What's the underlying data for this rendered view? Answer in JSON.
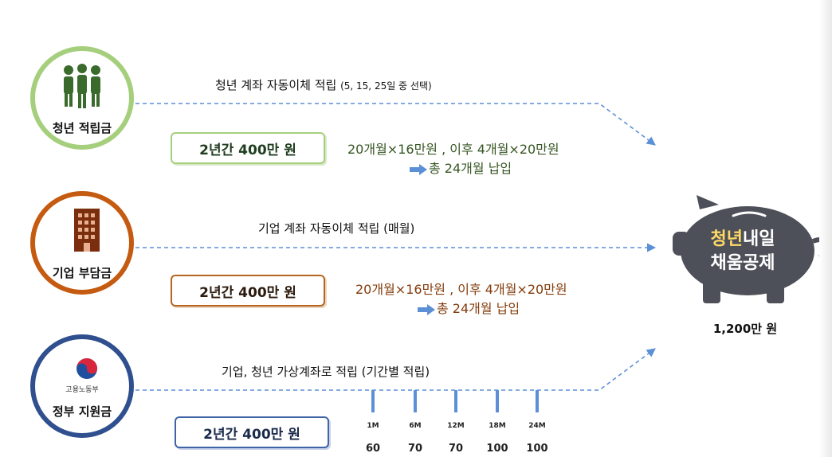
{
  "nodes": {
    "youth": {
      "label": "청년 적립금",
      "icon": "people-icon"
    },
    "company": {
      "label": "기업 부담금",
      "icon": "building-icon"
    },
    "government": {
      "label": "정부 지원금",
      "logo_text": "고용노동부",
      "icon": "government-logo"
    }
  },
  "connectors": {
    "youth": "청년 계좌 자동이체 적립",
    "youth_small": "(5, 15, 25일 중 선택)",
    "company": "기업 계좌 자동이체 적립 (매월)",
    "government": "기업, 청년 가상계좌로 적립 (기간별 적립)"
  },
  "amount_pills": {
    "youth": "2년간 400만 원",
    "company": "2년간 400만 원",
    "government": "2년간 400만 원"
  },
  "payment_plans": {
    "youth": {
      "line1": "20개월×16만원 , 이후 4개월×20만원",
      "line2": "총 24개월 납입"
    },
    "company": {
      "line1": "20개월×16만원 , 이후 4개월×20만원",
      "line2": "총 24개월 납입"
    }
  },
  "result": {
    "title_highlight": "청년",
    "title_rest": "내일",
    "title_line2": "채움공제",
    "amount": "1,200만 원"
  },
  "government_timeline": [
    {
      "label": "1M",
      "value": "60"
    },
    {
      "label": "6M",
      "value": "70"
    },
    {
      "label": "12M",
      "value": "70"
    },
    {
      "label": "18M",
      "value": "100"
    },
    {
      "label": "24M",
      "value": "100"
    }
  ],
  "colors": {
    "green": "#a5cf7d",
    "brown": "#c55a11",
    "navy": "#2f4f8f",
    "pig": "#4d5058",
    "dashed": "#5b8fd6"
  }
}
